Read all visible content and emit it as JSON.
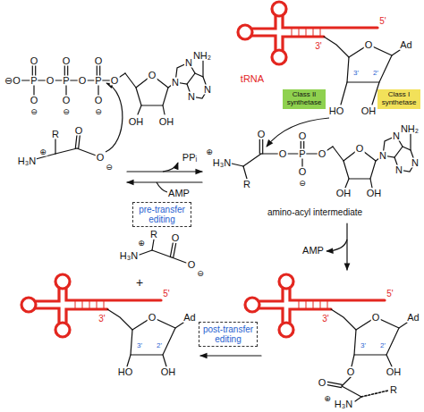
{
  "diagram": {
    "nodes": [
      {
        "text": [
          "Class II synthetase"
        ]
      },
      {
        "text": [
          "Class I synthetase"
        ]
      },
      {
        "text": [
          "pre-transfer editing"
        ]
      },
      {
        "text": [
          "post-transfer editing"
        ]
      }
    ],
    "labels": [
      "⊖O",
      "P",
      "O",
      "O",
      "⊖",
      "O",
      "P",
      "O",
      "O",
      "⊖",
      "O",
      "P",
      "O",
      "O",
      "⊖",
      "O",
      "O",
      "OH",
      "OH",
      "N",
      "N",
      "N",
      "N",
      "NH₂",
      "R",
      "H₃N",
      "⊕",
      "O",
      "O",
      "⊖",
      "PPᵢ",
      "AMP",
      "5'",
      "3'",
      "tRNA",
      "Ad",
      "O",
      "3'",
      "2'",
      "HO",
      "OH",
      "O",
      "H₃N",
      "⊕",
      "R",
      "O",
      "P",
      "O",
      "O",
      "⊖",
      "O",
      "O",
      "OH",
      "OH",
      "N",
      "N",
      "N",
      "N",
      "NH₂",
      "amino-acyl intermediate",
      "AMP",
      "5'",
      "3'",
      "Ad",
      "O",
      "3'",
      "2'",
      "O",
      "OH",
      "O",
      "H₃N",
      "⊕",
      "R",
      "R",
      "H₃N",
      "⊕",
      "O",
      "O",
      "⊖",
      "+",
      "5'",
      "3'",
      "Ad",
      "O",
      "3'",
      "2'",
      "HO",
      "OH"
    ]
  }
}
